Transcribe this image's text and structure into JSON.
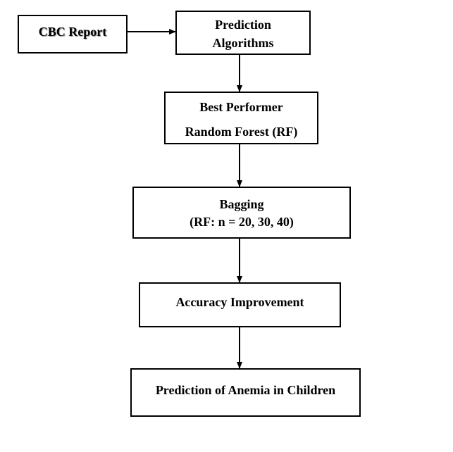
{
  "flowchart": {
    "cbc_report": {
      "label": "CBC Report"
    },
    "prediction_algorithms": {
      "line1": "Prediction",
      "line2": "Algorithms"
    },
    "best_performer": {
      "line1": "Best Performer",
      "line2": "Random Forest (RF)"
    },
    "bagging": {
      "line1": "Bagging",
      "line2": "(RF: n = 20, 30, 40)"
    },
    "accuracy_improvement": {
      "label": "Accuracy Improvement"
    },
    "anemia_prediction": {
      "label": "Prediction of Anemia in Children"
    }
  },
  "colors": {
    "stroke": "#000000",
    "background": "#ffffff",
    "text_shadow": "#8a8a8a"
  }
}
